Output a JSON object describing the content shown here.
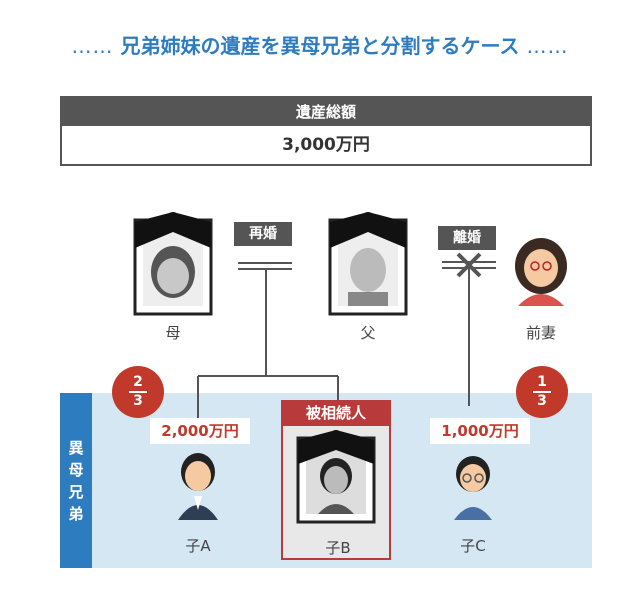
{
  "title": "兄弟姉妹の遺産を異母兄弟と分割するケース",
  "title_dots": "……",
  "total": {
    "label": "遺産総額",
    "value": "3,000万円"
  },
  "remarriage_label": "再婚",
  "divorce_label": "離婚",
  "people": {
    "mother": "母",
    "father": "父",
    "ex_wife": "前妻",
    "child_a": "子A",
    "child_b": "子B",
    "child_c": "子C"
  },
  "side_label": [
    "異",
    "母",
    "兄",
    "弟"
  ],
  "deceased_label": "被相続人",
  "shares": {
    "a": {
      "numerator": "2",
      "denominator": "3",
      "amount": "2,000万円"
    },
    "c": {
      "numerator": "1",
      "denominator": "3",
      "amount": "1,000万円"
    }
  },
  "colors": {
    "accent_blue": "#2e7cc0",
    "accent_red": "#c0392b",
    "band": "#d6e7f4",
    "dark": "#555555"
  }
}
